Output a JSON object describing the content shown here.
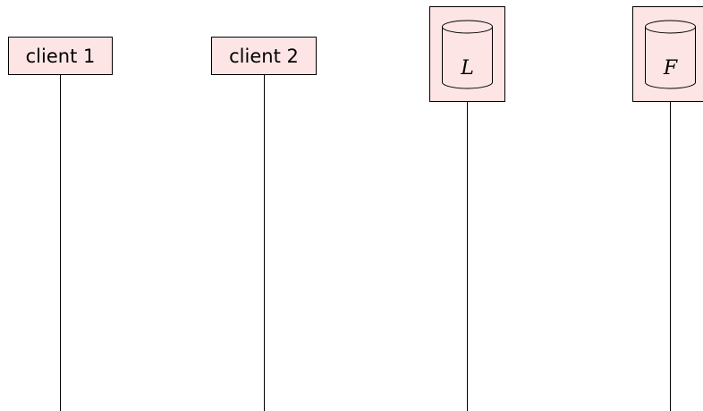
{
  "diagram": {
    "participants": [
      {
        "id": "client-1",
        "kind": "box",
        "label": "client 1"
      },
      {
        "id": "client-2",
        "kind": "box",
        "label": "client 2"
      },
      {
        "id": "store-l",
        "kind": "database",
        "label": "L"
      },
      {
        "id": "store-f",
        "kind": "database",
        "label": "F"
      }
    ]
  },
  "colors": {
    "box_fill": "#fde5e5",
    "stroke": "#000000"
  }
}
